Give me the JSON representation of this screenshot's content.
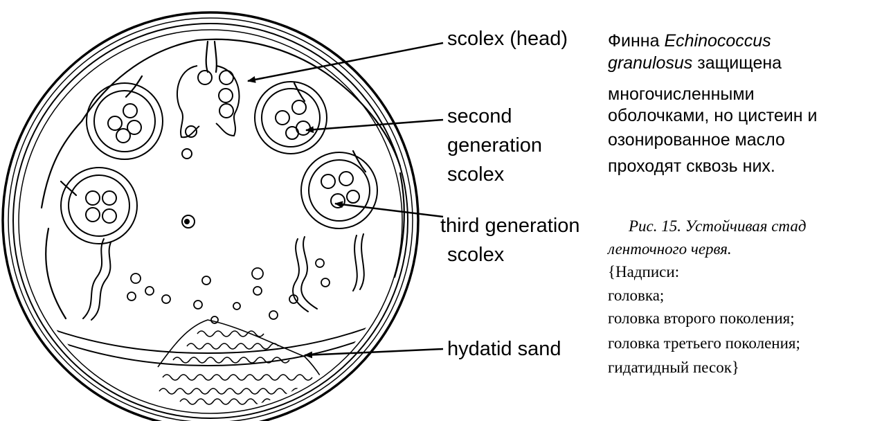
{
  "labels": {
    "scolex": "scolex (head)",
    "second": [
      "second",
      "generation",
      "scolex"
    ],
    "third": [
      "third generation",
      "scolex"
    ],
    "sand": "hydatid sand"
  },
  "description": {
    "prefix": "Финна ",
    "species_line1": "Echinococcus",
    "species_line2": "granulosus",
    "rest_line2": " защищена",
    "line3": "многочисленными",
    "line4": "оболочками, но цистеин и",
    "line5": "озонированное масло",
    "line6": "проходят сквозь них."
  },
  "caption": {
    "line1": "Рис. 15. Устойчивая стад",
    "line2": "ленточного червя.",
    "line3": "{Надписи:",
    "line4": "головка;",
    "line5": "головка второго поколения;",
    "line6": "головка третьего поколения;",
    "line7": "гидатидный песок}"
  }
}
